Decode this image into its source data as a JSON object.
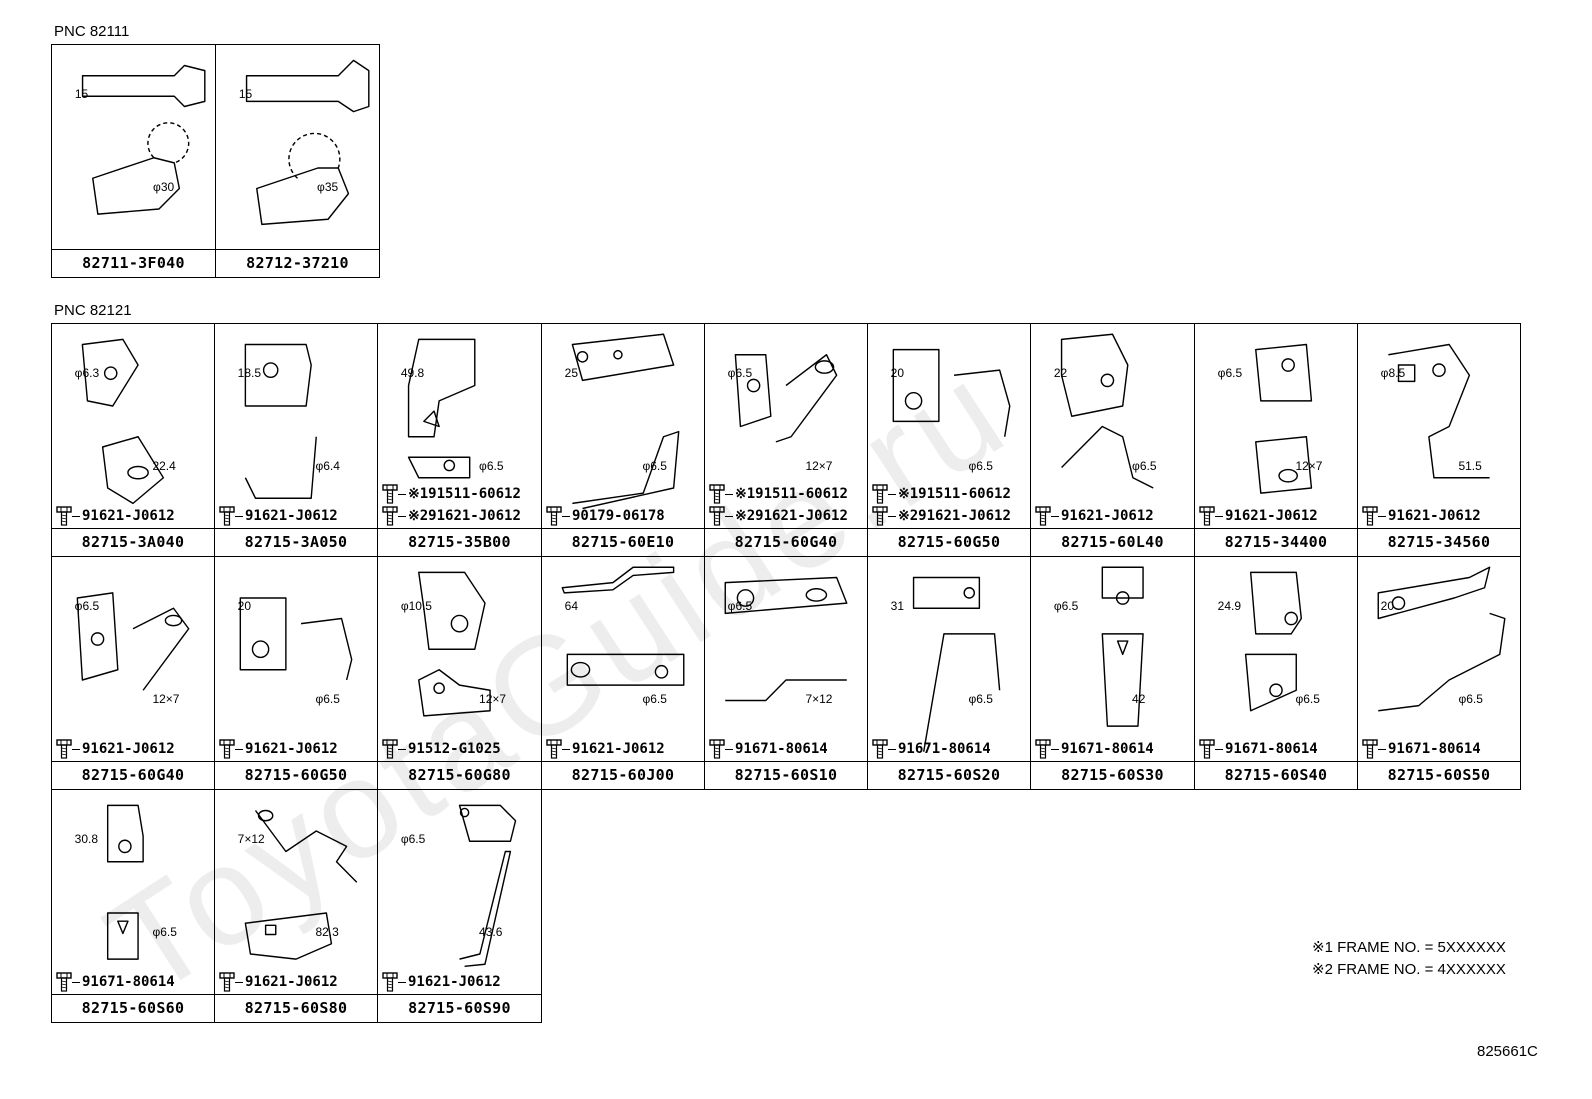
{
  "diagram": {
    "pnc_groups": [
      {
        "label": "PNC 82111"
      },
      {
        "label": "PNC 82121"
      }
    ],
    "watermark": "ToyotaGuide.ru",
    "parts_82111": [
      {
        "part_no": "82711-3F040",
        "dims": [
          "15",
          "φ30"
        ]
      },
      {
        "part_no": "82712-37210",
        "dims": [
          "15",
          "φ35"
        ]
      }
    ],
    "parts_82121": [
      {
        "part_no": "82715-3A040",
        "dims": [
          "φ6.3",
          "22.4"
        ],
        "bolts": [
          "91621-J0612"
        ]
      },
      {
        "part_no": "82715-3A050",
        "dims": [
          "18.5",
          "φ6.4"
        ],
        "bolts": [
          "91621-J0612"
        ]
      },
      {
        "part_no": "82715-35B00",
        "dims": [
          "49.8",
          "φ6.5"
        ],
        "bolts": [
          "※191511-60612",
          "※291621-J0612"
        ]
      },
      {
        "part_no": "82715-60E10",
        "dims": [
          "25",
          "φ6.5"
        ],
        "bolts": [
          "90179-06178"
        ]
      },
      {
        "part_no": "82715-60G40",
        "dims": [
          "φ6.5",
          "12×7"
        ],
        "bolts": [
          "※191511-60612",
          "※291621-J0612"
        ]
      },
      {
        "part_no": "82715-60G50",
        "dims": [
          "20",
          "φ6.5"
        ],
        "bolts": [
          "※191511-60612",
          "※291621-J0612"
        ]
      },
      {
        "part_no": "82715-60L40",
        "dims": [
          "22",
          "φ6.5"
        ],
        "bolts": [
          "91621-J0612"
        ]
      },
      {
        "part_no": "82715-34400",
        "dims": [
          "φ6.5",
          "12×7"
        ],
        "bolts": [
          "91621-J0612"
        ]
      },
      {
        "part_no": "82715-34560",
        "dims": [
          "φ8.5",
          "51.5"
        ],
        "bolts": [
          "91621-J0612"
        ]
      },
      {
        "part_no": "82715-60G40",
        "dims": [
          "φ6.5",
          "12×7"
        ],
        "bolts": [
          "91621-J0612"
        ]
      },
      {
        "part_no": "82715-60G50",
        "dims": [
          "20",
          "φ6.5"
        ],
        "bolts": [
          "91621-J0612"
        ]
      },
      {
        "part_no": "82715-60G80",
        "dims": [
          "φ10.5",
          "12×7"
        ],
        "bolts": [
          "91512-G1025"
        ]
      },
      {
        "part_no": "82715-60J00",
        "dims": [
          "64",
          "φ6.5"
        ],
        "bolts": [
          "91621-J0612"
        ]
      },
      {
        "part_no": "82715-60S10",
        "dims": [
          "φ6.5",
          "7×12"
        ],
        "bolts": [
          "91671-80614"
        ]
      },
      {
        "part_no": "82715-60S20",
        "dims": [
          "31",
          "φ6.5"
        ],
        "bolts": [
          "91671-80614"
        ]
      },
      {
        "part_no": "82715-60S30",
        "dims": [
          "φ6.5",
          "42"
        ],
        "bolts": [
          "91671-80614"
        ]
      },
      {
        "part_no": "82715-60S40",
        "dims": [
          "24.9",
          "φ6.5"
        ],
        "bolts": [
          "91671-80614"
        ]
      },
      {
        "part_no": "82715-60S50",
        "dims": [
          "20",
          "φ6.5"
        ],
        "bolts": [
          "91671-80614"
        ]
      },
      {
        "part_no": "82715-60S60",
        "dims": [
          "30.8",
          "φ6.5"
        ],
        "bolts": [
          "91671-80614"
        ]
      },
      {
        "part_no": "82715-60S80",
        "dims": [
          "7×12",
          "82.3"
        ],
        "bolts": [
          "91621-J0612"
        ]
      },
      {
        "part_no": "82715-60S90",
        "dims": [
          "φ6.5",
          "43.6"
        ],
        "bolts": [
          "91621-J0612"
        ]
      }
    ],
    "notes": [
      "※1 FRAME NO. = 5XXXXXX",
      "※2 FRAME NO. = 4XXXXXX"
    ],
    "figure_id": "825661C"
  }
}
